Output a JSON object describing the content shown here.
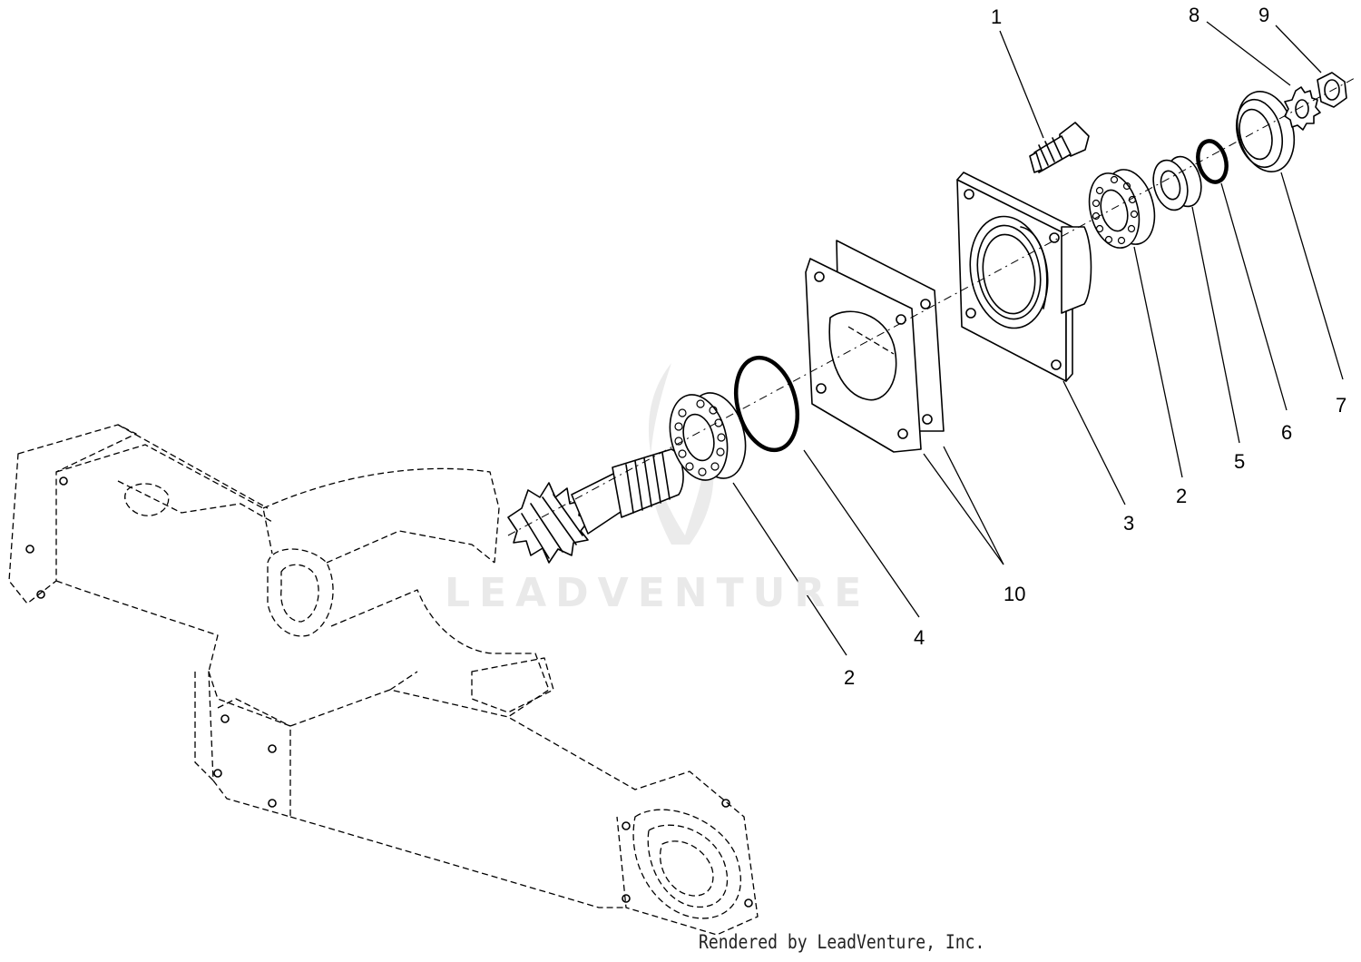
{
  "diagram": {
    "callouts": [
      "1",
      "2",
      "3",
      "4",
      "5",
      "6",
      "7",
      "8",
      "9",
      "10"
    ],
    "watermark": "LEADVENTURE",
    "footer": "Rendered by LeadVenture, Inc."
  }
}
